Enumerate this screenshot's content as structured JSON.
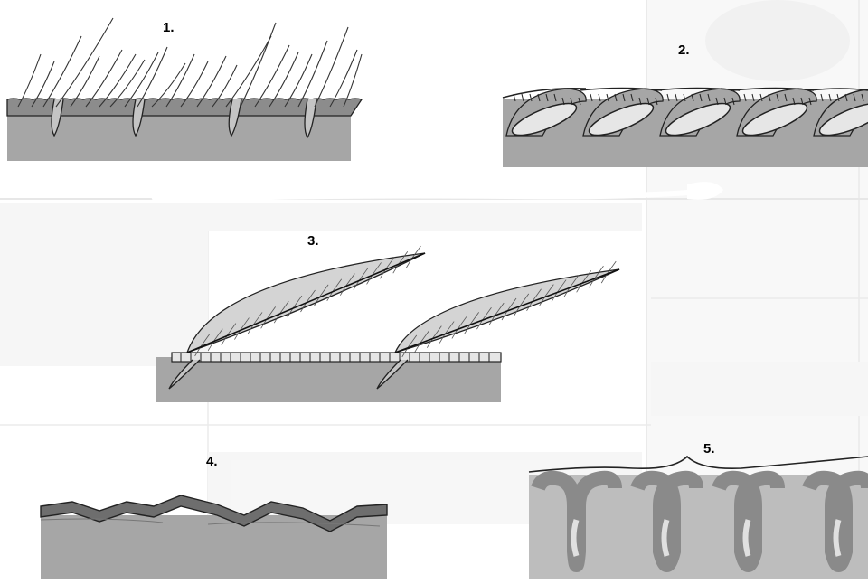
{
  "panels": [
    {
      "id": "1",
      "label": "1."
    },
    {
      "id": "2",
      "label": "2."
    },
    {
      "id": "3",
      "label": "3."
    },
    {
      "id": "4",
      "label": "4."
    },
    {
      "id": "5",
      "label": "5."
    }
  ],
  "colors": {
    "tissue": "#a6a6a6",
    "tissue_light": "#c4c4c4",
    "tissue_dark": "#8c8c8c",
    "outline": "#222222",
    "scale_fill": "#e6e6e6"
  }
}
